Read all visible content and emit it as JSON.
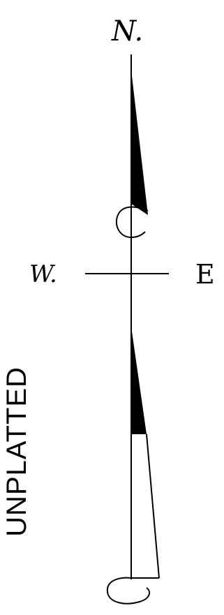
{
  "compass": {
    "north_label": "N.",
    "west_label": "W.",
    "east_label": "E"
  },
  "map_label": "UNPLATTED",
  "colors": {
    "ink": "#000000",
    "paper": "#ffffff"
  }
}
